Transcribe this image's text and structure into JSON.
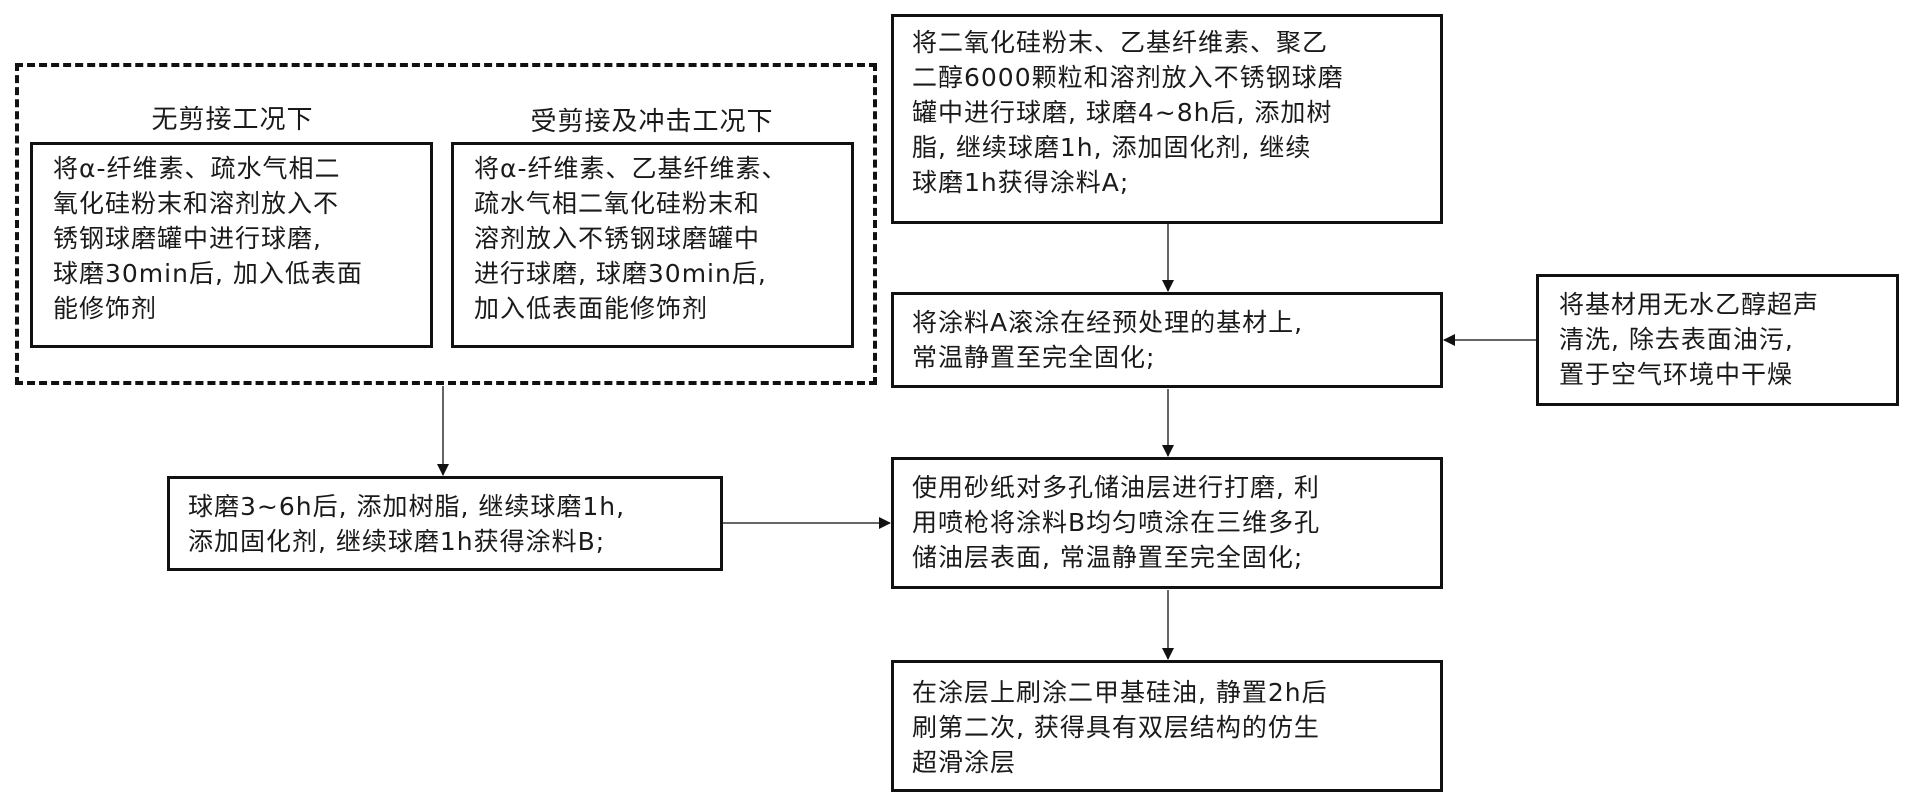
{
  "group": {
    "left_title": "无剪接工况下",
    "left_lines": [
      "将α-纤维素、疏水气相二",
      "氧化硅粉末和溶剂放入不",
      "锈钢球磨罐中进行球磨,",
      "球磨30min后, 加入低表面",
      "能修饰剂"
    ],
    "right_title": "受剪接及冲击工况下",
    "right_lines": [
      "将α-纤维素、乙基纤维素、",
      "疏水气相二氧化硅粉末和",
      "溶剂放入不锈钢球磨罐中",
      "进行球磨, 球磨30min后,",
      "加入低表面能修饰剂"
    ]
  },
  "step_b": {
    "lines": [
      "球磨3~6h后, 添加树脂, 继续球磨1h,",
      "添加固化剂, 继续球磨1h获得涂料B;"
    ]
  },
  "step_a": {
    "lines": [
      "将二氧化硅粉末、乙基纤维素、聚乙",
      "二醇6000颗粒和溶剂放入不锈钢球磨",
      "罐中进行球磨, 球磨4~8h后, 添加树",
      "脂, 继续球磨1h, 添加固化剂, 继续",
      "球磨1h获得涂料A;"
    ]
  },
  "step_coat_a": {
    "lines": [
      "将涂料A滚涂在经预处理的基材上,",
      "常温静置至完全固化;"
    ]
  },
  "step_substrate": {
    "lines": [
      "将基材用无水乙醇超声",
      "清洗, 除去表面油污,",
      "置于空气环境中干燥"
    ]
  },
  "step_spray_b": {
    "lines": [
      "使用砂纸对多孔储油层进行打磨, 利",
      "用喷枪将涂料B均匀喷涂在三维多孔",
      "储油层表面, 常温静置至完全固化;"
    ]
  },
  "step_final": {
    "lines": [
      "在涂层上刷涂二甲基硅油, 静置2h后",
      "刷第二次, 获得具有双层结构的仿生",
      "超滑涂层"
    ]
  }
}
